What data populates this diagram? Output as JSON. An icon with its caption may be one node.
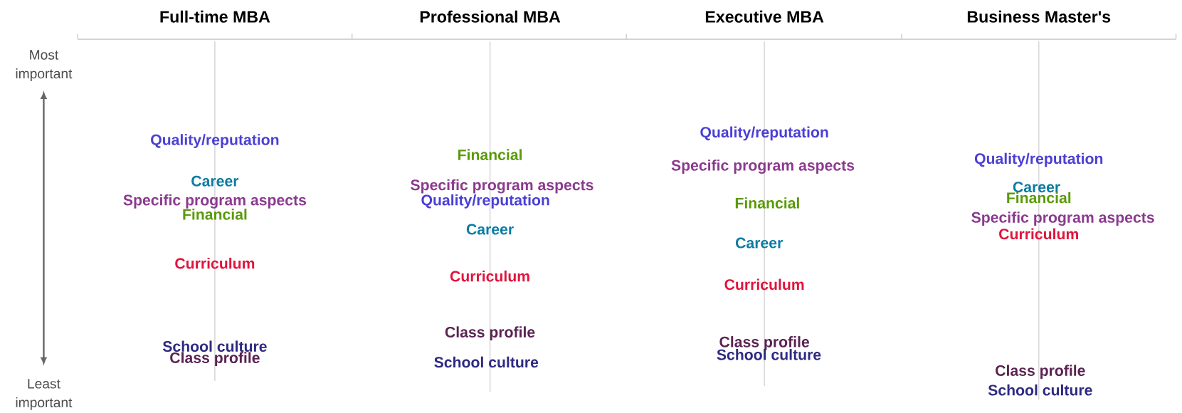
{
  "diagram": {
    "labels": [
      "Full-time MBA",
      "Professional MBA",
      "Executive MBA",
      "Business Master's",
      "Most important",
      "Least important",
      "Quality/reputation",
      "Career",
      "Specific program aspects",
      "Financial",
      "Curriculum",
      "School culture",
      "Class profile",
      "Financial",
      "Specific program aspects",
      "Quality/reputation",
      "Career",
      "Curriculum",
      "Class profile",
      "School culture",
      "Quality/reputation",
      "Specific program aspects",
      "Financial",
      "Career",
      "Curriculum",
      "Class profile",
      "School culture",
      "Quality/reputation",
      "Career",
      "Financial",
      "Specific program aspects",
      "Curriculum",
      "Class profile",
      "School culture"
    ]
  }
}
